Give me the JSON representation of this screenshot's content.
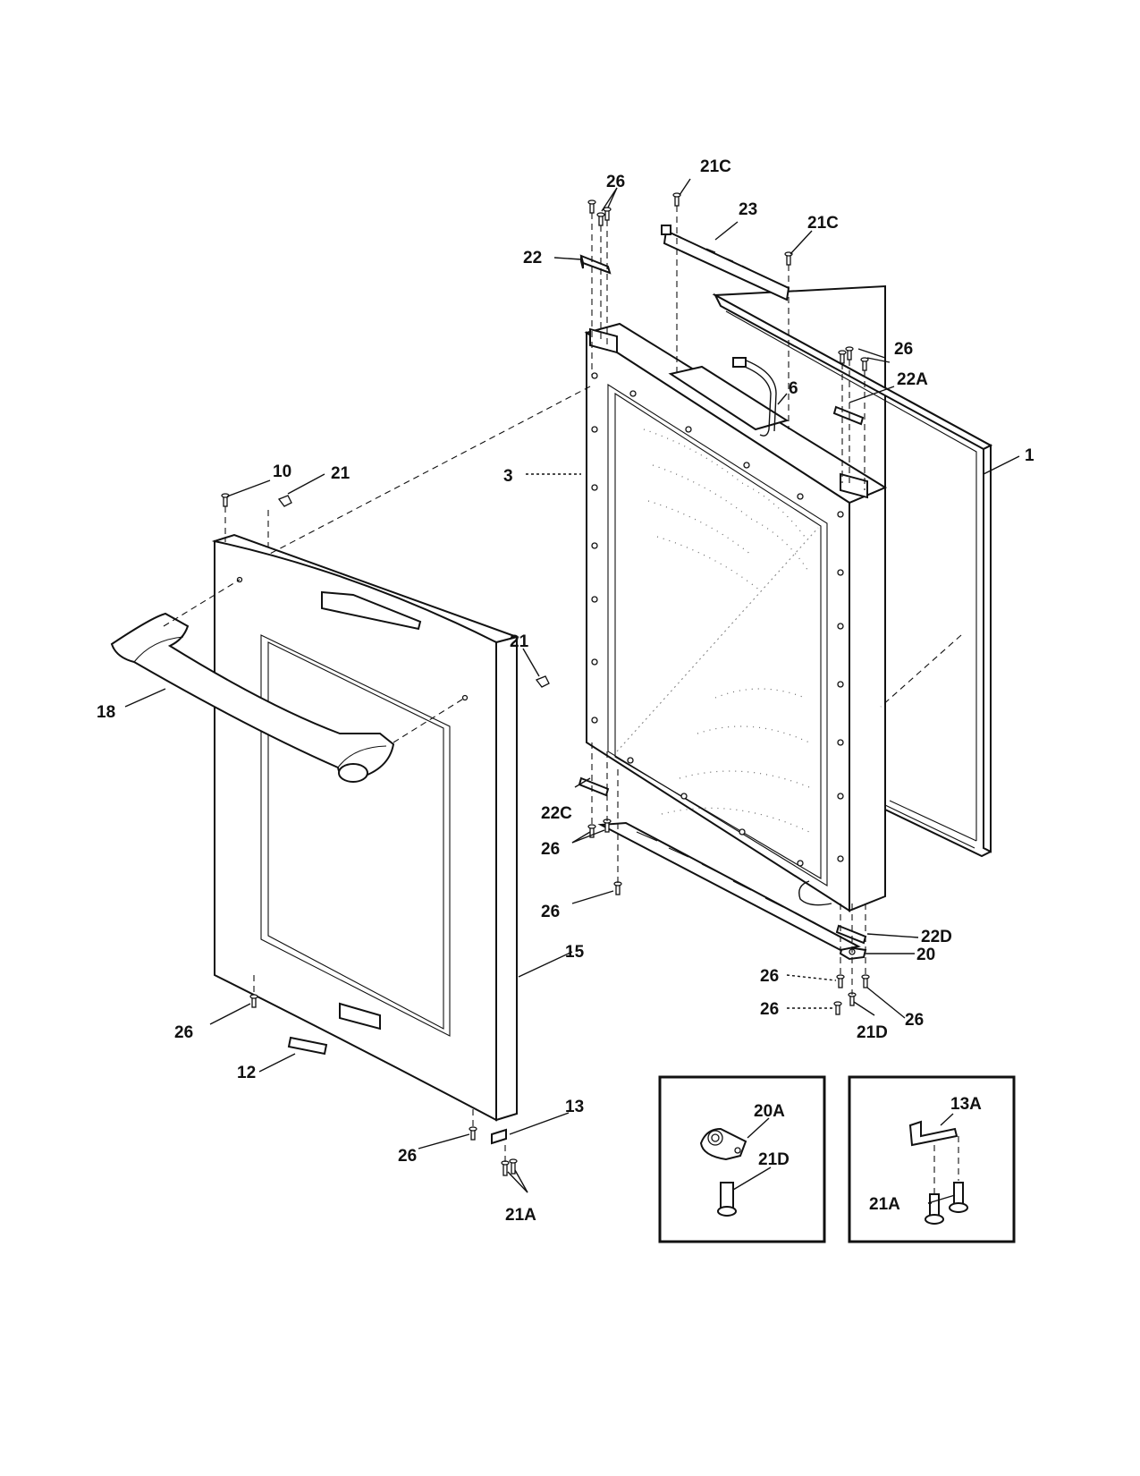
{
  "labels": {
    "l1": "1",
    "l3": "3",
    "l6": "6",
    "l10": "10",
    "l12": "12",
    "l13": "13",
    "l13A": "13A",
    "l15": "15",
    "l18": "18",
    "l20": "20",
    "l20A": "20A",
    "l21": "21",
    "l21A": "21A",
    "l21C": "21C",
    "l21D": "21D",
    "l22": "22",
    "l22A": "22A",
    "l22C": "22C",
    "l22D": "22D",
    "l23": "23",
    "l26": "26"
  }
}
